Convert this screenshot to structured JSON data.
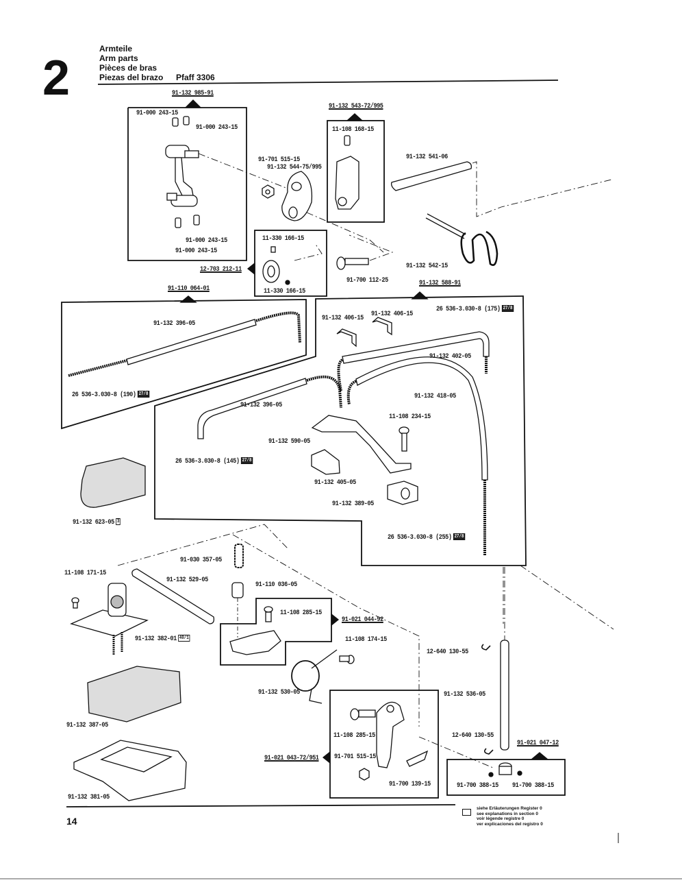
{
  "page": {
    "section_number": "2",
    "titles": [
      "Armteile",
      "Arm parts",
      "Pièces de bras",
      "Piezas del brazo"
    ],
    "model": "Pfaff 3306",
    "page_number": "14"
  },
  "assemblies": {
    "a1": "91-132 985-91",
    "a2": "91-132 543-72/995",
    "a3": "12-703 212-11",
    "a4": "91-110 064-01",
    "a5": "91-132 588-91",
    "a6": "91-021 044-92",
    "a7": "91-021 043-72/951",
    "a8": "91-021 047-12"
  },
  "labels": {
    "l1": "91-000 243-15",
    "l2": "91-000 243-15",
    "l3": "91-000 243-15",
    "l4": "91-000 243-15",
    "l5": "11-108 168-15",
    "l6": "91-701 515-15",
    "l7": "91-132 544-75/995",
    "l8": "91-132 541-06",
    "l9": "11-330 166-15",
    "l10": "11-330 166-15",
    "l11": "91-700 112-25",
    "l12": "91-132 542-15",
    "l13": "91-132 396-05",
    "l14": "26 536-3.030-8 (190)",
    "l15": "91-132 406-15",
    "l16": "91-132 406-15",
    "l17": "26 536-3.030-8 (175)",
    "l18": "91-132 402-05",
    "l19": "91-132 418-05",
    "l20": "91-132 396-05",
    "l21": "11-108 234-15",
    "l22": "91-132 590-05",
    "l23": "26 536-3.030-8 (145)",
    "l24": "91-132 405-05",
    "l25": "91-132 389-05",
    "l26": "91-132 623-05",
    "l27": "26 536-3.030-8 (255)",
    "l28": "91-030 357-05",
    "l29": "11-108 171-15",
    "l30": "91-132 529-05",
    "l31": "91-110 036-05",
    "l32": "11-108 285-15",
    "l33": "91-132 382-01",
    "l34": "11-108 174-15",
    "l35": "12-640 130-55",
    "l36": "91-132 530-05",
    "l37": "91-132 536-05",
    "l38": "91-132 387-05",
    "l39": "11-108 285-15",
    "l40": "12-640 130-55",
    "l41": "91-701 515-15",
    "l42": "91-700 139-15",
    "l43": "91-700 388-15",
    "l44": "91-700 388-15",
    "l45": "91-132 381-05"
  },
  "register_refs": {
    "r190": "27/8",
    "r175": "27/8",
    "r145": "27/8",
    "r255": "27/8",
    "r623": "3",
    "r382": "40/1"
  },
  "legend": {
    "lines": [
      "siehe Erläuterungen Register 0",
      "see explanations in section 0",
      "voir légende registre 0",
      "ver explicaciones del registro 0"
    ]
  }
}
